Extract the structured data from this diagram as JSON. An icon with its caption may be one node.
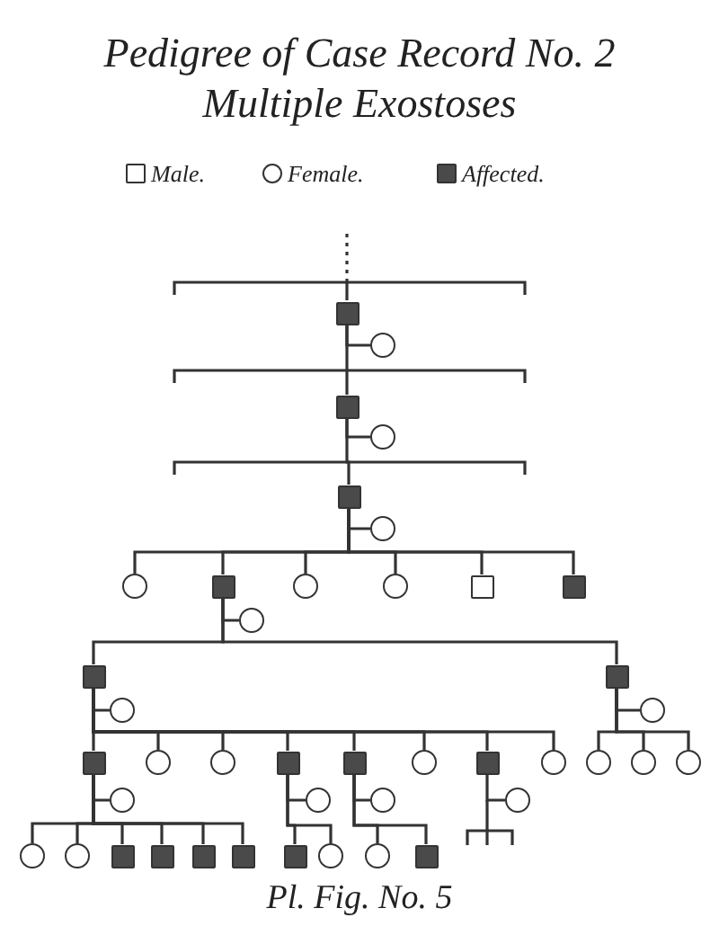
{
  "diagram": {
    "title": "Pedigree of Case Record No. 2",
    "caption": "Pl. Fig. No. 5",
    "labels": [
      "Multiple Exostoses"
    ],
    "legend": [
      {
        "text": "Male."
      },
      {
        "text": "Female."
      },
      {
        "text": "Affected."
      }
    ],
    "nodes": [
      {
        "text": [],
        "shape": "block"
      },
      {
        "text": [],
        "shape": "circle"
      },
      {
        "text": [],
        "shape": "block"
      },
      {
        "text": [],
        "shape": "circle"
      },
      {
        "text": [],
        "shape": "block"
      },
      {
        "text": [],
        "shape": "circle"
      },
      {
        "text": [],
        "shape": "circle"
      },
      {
        "text": [],
        "shape": "block"
      },
      {
        "text": [],
        "shape": "circle"
      },
      {
        "text": [],
        "shape": "circle"
      },
      {
        "text": [],
        "shape": "box"
      },
      {
        "text": [],
        "shape": "block"
      },
      {
        "text": [],
        "shape": "circle"
      },
      {
        "text": [],
        "shape": "block"
      },
      {
        "text": [],
        "shape": "block"
      },
      {
        "text": [],
        "shape": "circle"
      },
      {
        "text": [],
        "shape": "circle"
      },
      {
        "text": [],
        "shape": "block"
      },
      {
        "text": [],
        "shape": "circle"
      },
      {
        "text": [],
        "shape": "circle"
      },
      {
        "text": [],
        "shape": "block"
      },
      {
        "text": [],
        "shape": "block"
      },
      {
        "text": [],
        "shape": "circle"
      },
      {
        "text": [],
        "shape": "block"
      },
      {
        "text": [],
        "shape": "circle"
      },
      {
        "text": [],
        "shape": "circle"
      },
      {
        "text": [],
        "shape": "circle"
      },
      {
        "text": [],
        "shape": "circle"
      },
      {
        "text": [],
        "shape": "circle"
      },
      {
        "text": [],
        "shape": "circle"
      },
      {
        "text": [],
        "shape": "circle"
      },
      {
        "text": [],
        "shape": "circle"
      },
      {
        "text": [],
        "shape": "circle"
      },
      {
        "text": [],
        "shape": "circle"
      },
      {
        "text": [],
        "shape": "block"
      },
      {
        "text": [],
        "shape": "block"
      },
      {
        "text": [],
        "shape": "block"
      },
      {
        "text": [],
        "shape": "block"
      },
      {
        "text": [],
        "shape": "block"
      },
      {
        "text": [],
        "shape": "circle"
      },
      {
        "text": [],
        "shape": "circle"
      },
      {
        "text": [],
        "shape": "block"
      }
    ],
    "edges": [
      {
        "from": 0,
        "to": 1,
        "arrow": "none"
      },
      {
        "from": 0,
        "to": 2,
        "arrow": "none"
      },
      {
        "from": 2,
        "to": 3,
        "arrow": "none"
      },
      {
        "from": 2,
        "to": 4,
        "arrow": "none"
      },
      {
        "from": 4,
        "to": 5,
        "arrow": "none"
      },
      {
        "from": 4,
        "to": 6,
        "arrow": "none"
      },
      {
        "from": 4,
        "to": 7,
        "arrow": "none"
      },
      {
        "from": 4,
        "to": 8,
        "arrow": "none"
      },
      {
        "from": 4,
        "to": 9,
        "arrow": "none"
      },
      {
        "from": 4,
        "to": 10,
        "arrow": "none"
      },
      {
        "from": 4,
        "to": 11,
        "arrow": "none"
      },
      {
        "from": 7,
        "to": 12,
        "arrow": "none"
      },
      {
        "from": 7,
        "to": 13,
        "arrow": "none"
      },
      {
        "from": 7,
        "to": 14,
        "arrow": "none"
      },
      {
        "from": 13,
        "to": 15,
        "arrow": "none"
      },
      {
        "from": 14,
        "to": 16,
        "arrow": "none"
      },
      {
        "from": 13,
        "to": 17,
        "arrow": "none"
      },
      {
        "from": 13,
        "to": 18,
        "arrow": "none"
      },
      {
        "from": 13,
        "to": 19,
        "arrow": "none"
      },
      {
        "from": 13,
        "to": 20,
        "arrow": "none"
      },
      {
        "from": 13,
        "to": 21,
        "arrow": "none"
      },
      {
        "from": 13,
        "to": 22,
        "arrow": "none"
      },
      {
        "from": 13,
        "to": 23,
        "arrow": "none"
      },
      {
        "from": 13,
        "to": 24,
        "arrow": "none"
      },
      {
        "from": 14,
        "to": 25,
        "arrow": "none"
      },
      {
        "from": 14,
        "to": 26,
        "arrow": "none"
      },
      {
        "from": 14,
        "to": 27,
        "arrow": "none"
      },
      {
        "from": 17,
        "to": 28,
        "arrow": "none"
      },
      {
        "from": 20,
        "to": 29,
        "arrow": "none"
      },
      {
        "from": 21,
        "to": 30,
        "arrow": "none"
      },
      {
        "from": 23,
        "to": 31,
        "arrow": "none"
      },
      {
        "from": 17,
        "to": 32,
        "arrow": "none"
      },
      {
        "from": 17,
        "to": 33,
        "arrow": "none"
      },
      {
        "from": 17,
        "to": 34,
        "arrow": "none"
      },
      {
        "from": 17,
        "to": 35,
        "arrow": "none"
      },
      {
        "from": 17,
        "to": 36,
        "arrow": "none"
      },
      {
        "from": 17,
        "to": 37,
        "arrow": "none"
      },
      {
        "from": 20,
        "to": 38,
        "arrow": "none"
      },
      {
        "from": 20,
        "to": 39,
        "arrow": "none"
      },
      {
        "from": 21,
        "to": 40,
        "arrow": "none"
      },
      {
        "from": 21,
        "to": 41,
        "arrow": "none"
      }
    ]
  }
}
